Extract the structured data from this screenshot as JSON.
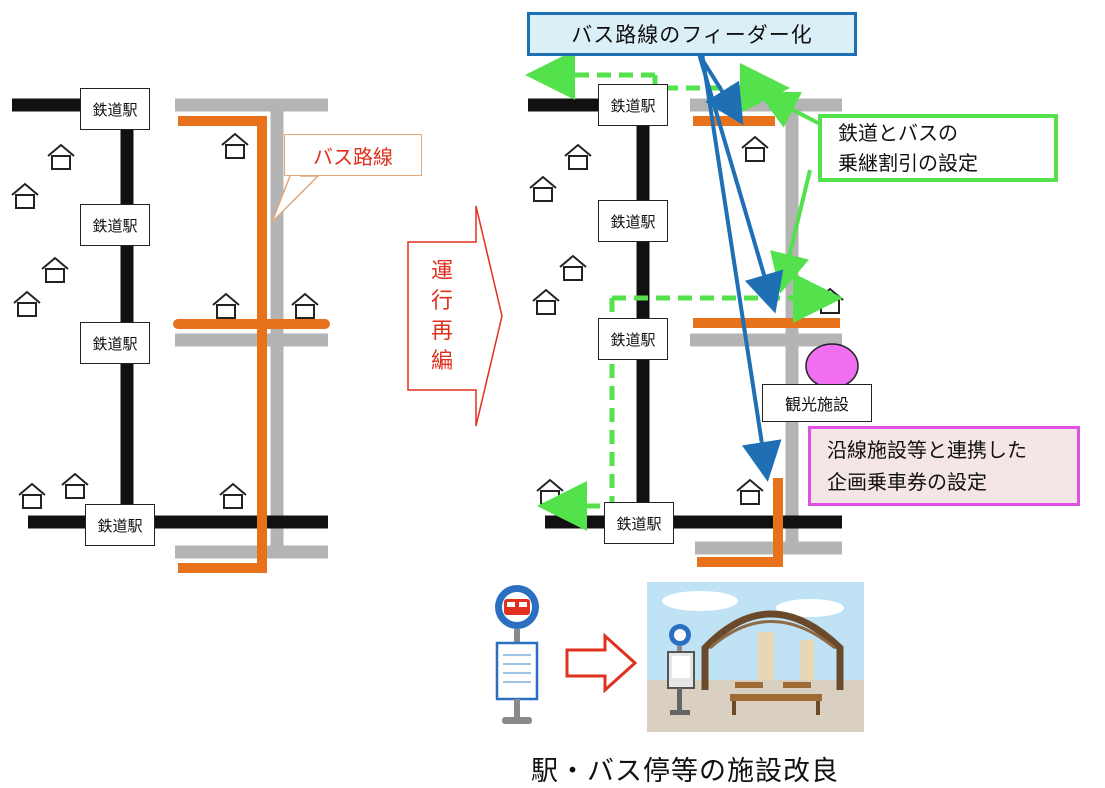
{
  "left_diagram": {
    "stations": [
      "鉄道駅",
      "鉄道駅",
      "鉄道駅",
      "鉄道駅"
    ],
    "bus_route_label": "バス路線"
  },
  "transition_arrow": {
    "chars": [
      "運",
      "行",
      "再",
      "編"
    ]
  },
  "right_diagram": {
    "stations": [
      "鉄道駅",
      "鉄道駅",
      "鉄道駅",
      "鉄道駅"
    ],
    "feeder_title": "バス路線のフィーダー化",
    "transfer_discount": {
      "line1": "鉄道とバスの",
      "line2": "乗継割引の設定"
    },
    "facility_label": "観光施設",
    "planned_ticket": {
      "line1": "沿線施設等と連携した",
      "line2": "企画乗車券の設定"
    }
  },
  "bottom": {
    "title": "駅・バス停等の施設改良"
  },
  "colors": {
    "rail": "#111111",
    "bus_route": "#e8711c",
    "old_route": "#b4b4b4",
    "feeder_arrow": "#1f6fb5",
    "dashed_green": "#53e24b",
    "transition_arrow": "#e0301e",
    "attraction": "#f06ef0"
  }
}
